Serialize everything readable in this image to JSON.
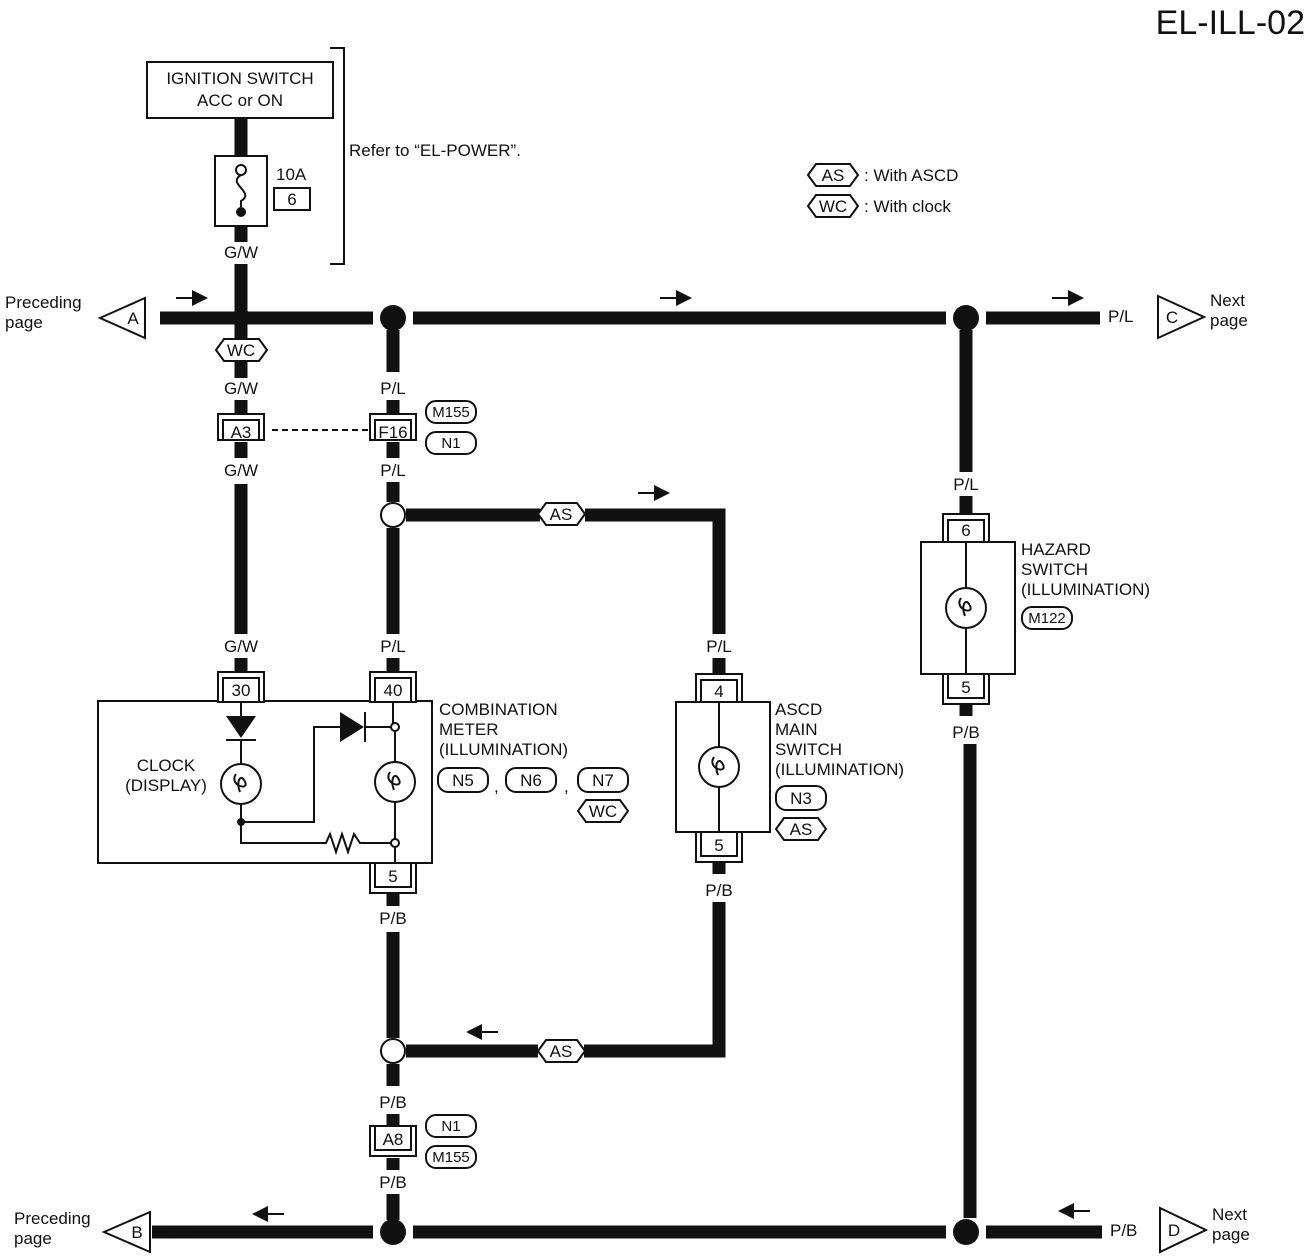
{
  "page_title": "EL-ILL-02",
  "ignition": {
    "line1": "IGNITION SWITCH",
    "line2": "ACC or ON"
  },
  "fuse": {
    "rating": "10A",
    "number": "6"
  },
  "power_ref": "Refer to “EL-POWER”.",
  "legend": [
    {
      "code": "AS",
      "text": ": With ASCD"
    },
    {
      "code": "WC",
      "text": ": With clock"
    }
  ],
  "connectors_out": {
    "A": {
      "letter": "A",
      "label": "Preceding",
      "label2": "page",
      "wire": "P/L"
    },
    "B": {
      "letter": "B",
      "label": "Preceding",
      "label2": "page",
      "wire": "P/B"
    },
    "C": {
      "letter": "C",
      "label": "Next",
      "label2": "page",
      "wire": "P/L"
    },
    "D": {
      "letter": "D",
      "label": "Next",
      "label2": "page",
      "wire": "P/B"
    }
  },
  "wire_colors": {
    "gw": "G/W",
    "pl": "P/L",
    "pb": "P/B"
  },
  "tags": {
    "wc": "WC",
    "as": "AS"
  },
  "joint_connectors": {
    "a3": "A3",
    "f16": "F16",
    "a8": "A8",
    "m155": "M155",
    "n1": "N1"
  },
  "combination_meter": {
    "name_lines": [
      "COMBINATION",
      "METER",
      "(ILLUMINATION)"
    ],
    "pins": {
      "clock": "30",
      "ill": "40",
      "gnd": "5"
    },
    "clock_lines": [
      "CLOCK",
      "(DISPLAY)"
    ],
    "connectors": [
      "N5",
      "N6",
      "N7"
    ],
    "tag": "WC"
  },
  "ascd_switch": {
    "name_lines": [
      "ASCD",
      "MAIN",
      "SWITCH",
      "(ILLUMINATION)"
    ],
    "pins": {
      "in": "4",
      "out": "5"
    },
    "connector": "N3",
    "tag": "AS"
  },
  "hazard_switch": {
    "name_lines": [
      "HAZARD",
      "SWITCH",
      "(ILLUMINATION)"
    ],
    "pins": {
      "in": "6",
      "out": "5"
    },
    "connector": "M122"
  }
}
